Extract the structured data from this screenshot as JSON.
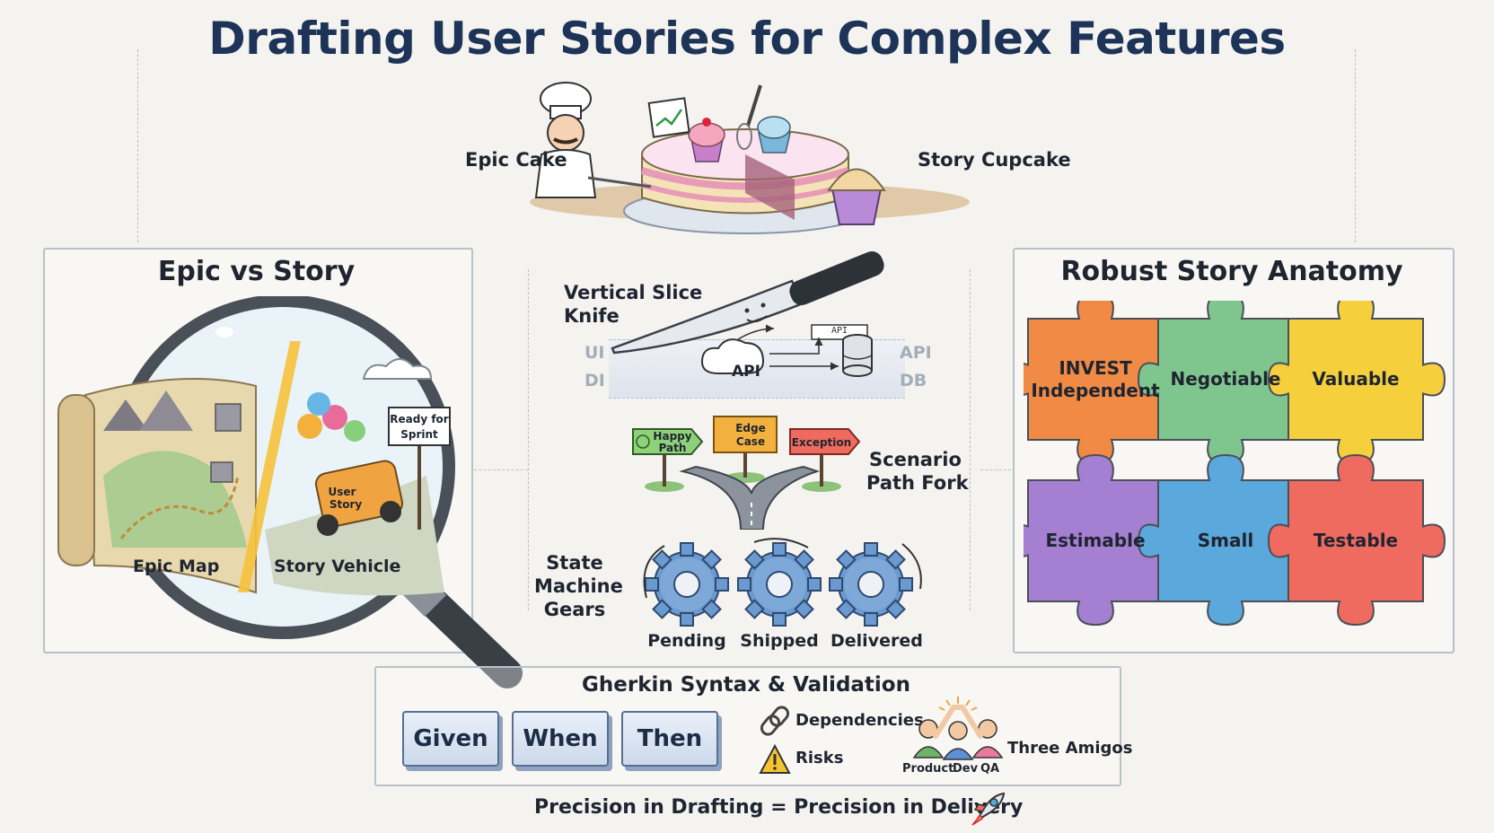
{
  "title": "Drafting User Stories for Complex Features",
  "top": {
    "epic_cake_label": "Epic Cake",
    "story_cupcake_label": "Story Cupcake"
  },
  "epic_panel": {
    "title": "Epic vs Story",
    "map_label": "Epic Map",
    "vehicle_label": "Story Vehicle",
    "sign_line1": "Ready for",
    "sign_line2": "Sprint",
    "car_line1": "User",
    "car_line2": "Story"
  },
  "center": {
    "knife_label_line1": "Vertical Slice",
    "knife_label_line2": "Knife",
    "layers_left": [
      "UI",
      "DI"
    ],
    "layers_right": [
      "API",
      "DB"
    ],
    "api_cloud": "API",
    "api_box": "API",
    "signs": [
      {
        "line1": "Happy",
        "line2": "Path"
      },
      {
        "line1": "Edge",
        "line2": "Case"
      },
      {
        "line1": "Exception",
        "line2": ""
      }
    ],
    "fork_label_line1": "Scenario",
    "fork_label_line2": "Path Fork",
    "gears_label_line1": "State",
    "gears_label_line2": "Machine",
    "gears_label_line3": "Gears",
    "states": [
      "Pending",
      "Shipped",
      "Delivered"
    ]
  },
  "anatomy_panel": {
    "title": "Robust Story Anatomy",
    "pieces": [
      {
        "line1": "INVEST",
        "line2": "Independent",
        "color": "#f08a45"
      },
      {
        "line1": "Negotiable",
        "line2": "",
        "color": "#7fc58e"
      },
      {
        "line1": "Valuable",
        "line2": "",
        "color": "#f5cf3c"
      },
      {
        "line1": "Estimable",
        "line2": "",
        "color": "#a57fd1"
      },
      {
        "line1": "Small",
        "line2": "",
        "color": "#5aa8dc"
      },
      {
        "line1": "Testable",
        "line2": "",
        "color": "#ef6a5f"
      }
    ]
  },
  "gherkin": {
    "title": "Gherkin Syntax & Validation",
    "keys": [
      "Given",
      "When",
      "Then"
    ],
    "dependencies": "Dependencies",
    "risks": "Risks",
    "roles": [
      "Product",
      "Dev",
      "QA"
    ],
    "amigos": "Three Amigos"
  },
  "footer": "Precision in Drafting = Precision in Delivery"
}
